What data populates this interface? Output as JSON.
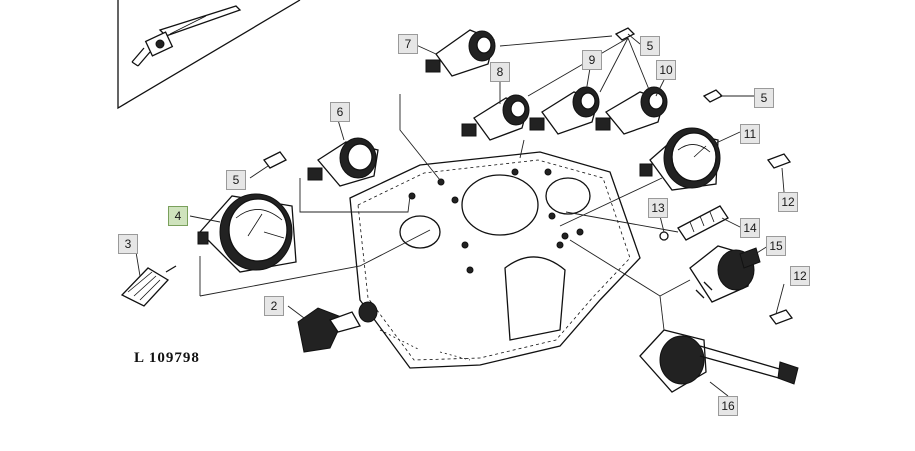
{
  "diagram": {
    "reference_code": "L 109798",
    "callouts": [
      {
        "label": "2",
        "active": false
      },
      {
        "label": "3",
        "active": false
      },
      {
        "label": "4",
        "active": true
      },
      {
        "label": "5",
        "active": false
      },
      {
        "label": "5",
        "active": false
      },
      {
        "label": "5",
        "active": false
      },
      {
        "label": "6",
        "active": false
      },
      {
        "label": "7",
        "active": false
      },
      {
        "label": "8",
        "active": false
      },
      {
        "label": "9",
        "active": false
      },
      {
        "label": "10",
        "active": false
      },
      {
        "label": "11",
        "active": false
      },
      {
        "label": "12",
        "active": false
      },
      {
        "label": "12",
        "active": false
      },
      {
        "label": "13",
        "active": false
      },
      {
        "label": "14",
        "active": false
      },
      {
        "label": "15",
        "active": false
      },
      {
        "label": "16",
        "active": false
      }
    ],
    "colors": {
      "callout_bg": "#e6e6e6",
      "callout_active_bg": "#cfe3bd",
      "ink": "#111111"
    }
  }
}
